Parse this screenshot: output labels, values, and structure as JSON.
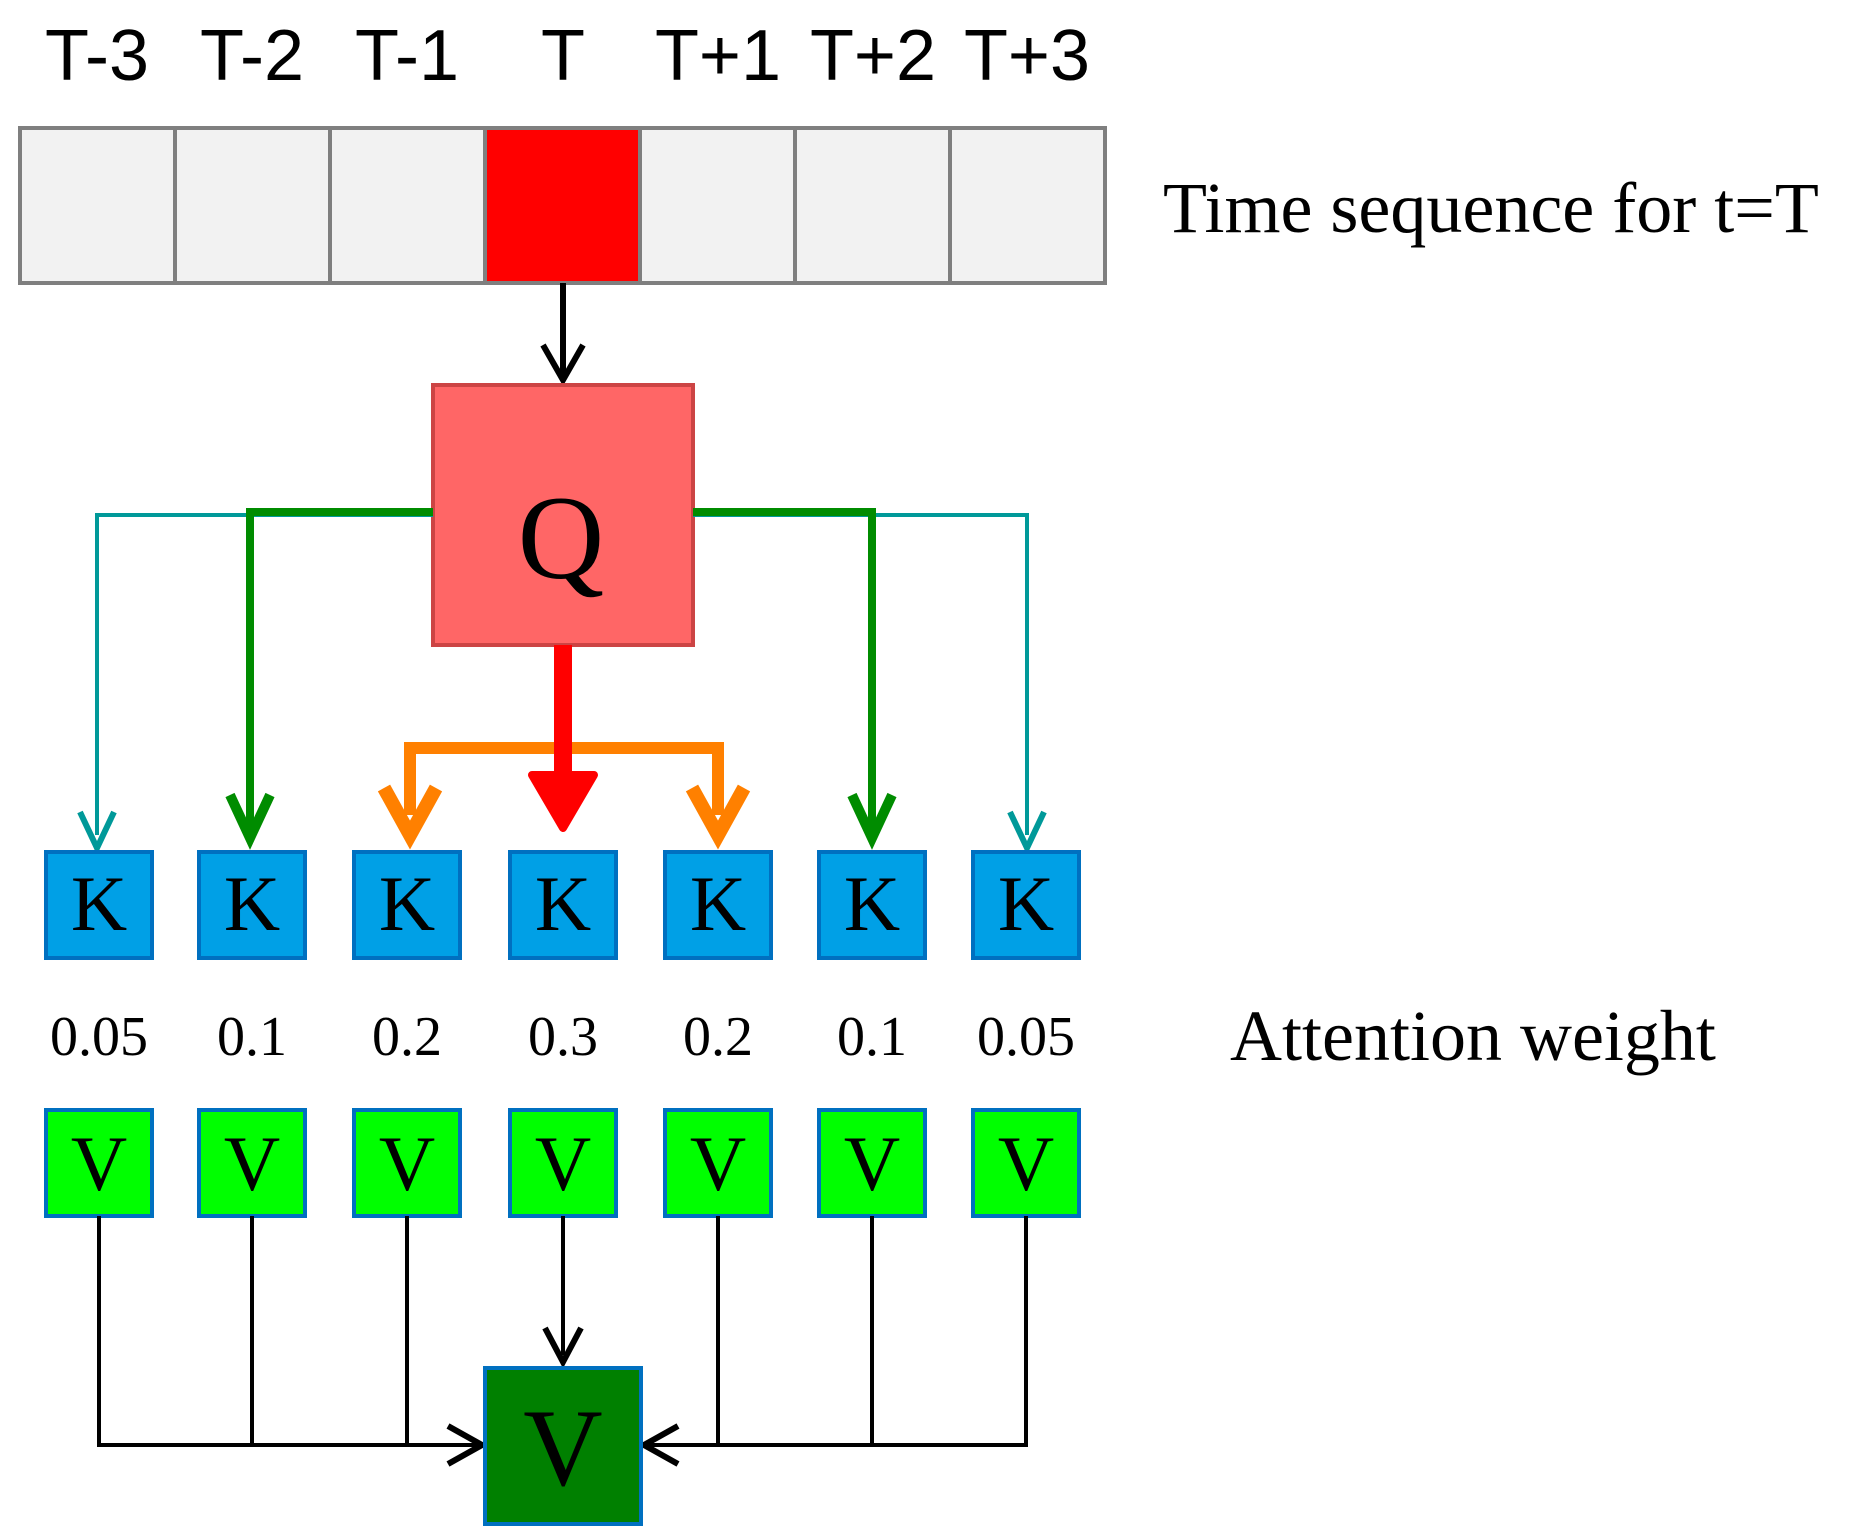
{
  "time_labels": [
    "T-3",
    "T-2",
    "T-1",
    "T",
    "T+1",
    "T+2",
    "T+3"
  ],
  "sequence_caption": "Time sequence for t=T",
  "query_label": "Q",
  "key_label": "K",
  "value_label": "V",
  "output_label": "V",
  "attention_caption": "Attention weight",
  "weights": [
    "0.05",
    "0.1",
    "0.2",
    "0.3",
    "0.2",
    "0.1",
    "0.05"
  ],
  "colors": {
    "cell": "#f2f2f2",
    "cell_border": "#7f7f7f",
    "current_cell": "#ff0000",
    "query": "#ff6666",
    "query_border": "#cc4444",
    "key": "#00a0e6",
    "value": "#00ff00",
    "output": "#008000",
    "box_border": "#0070c0",
    "arrow_strong": "#ff0000",
    "arrow_medium": "#ff8000",
    "arrow_low": "#008c00",
    "arrow_faint": "#009999",
    "arrow_black": "#000000"
  }
}
